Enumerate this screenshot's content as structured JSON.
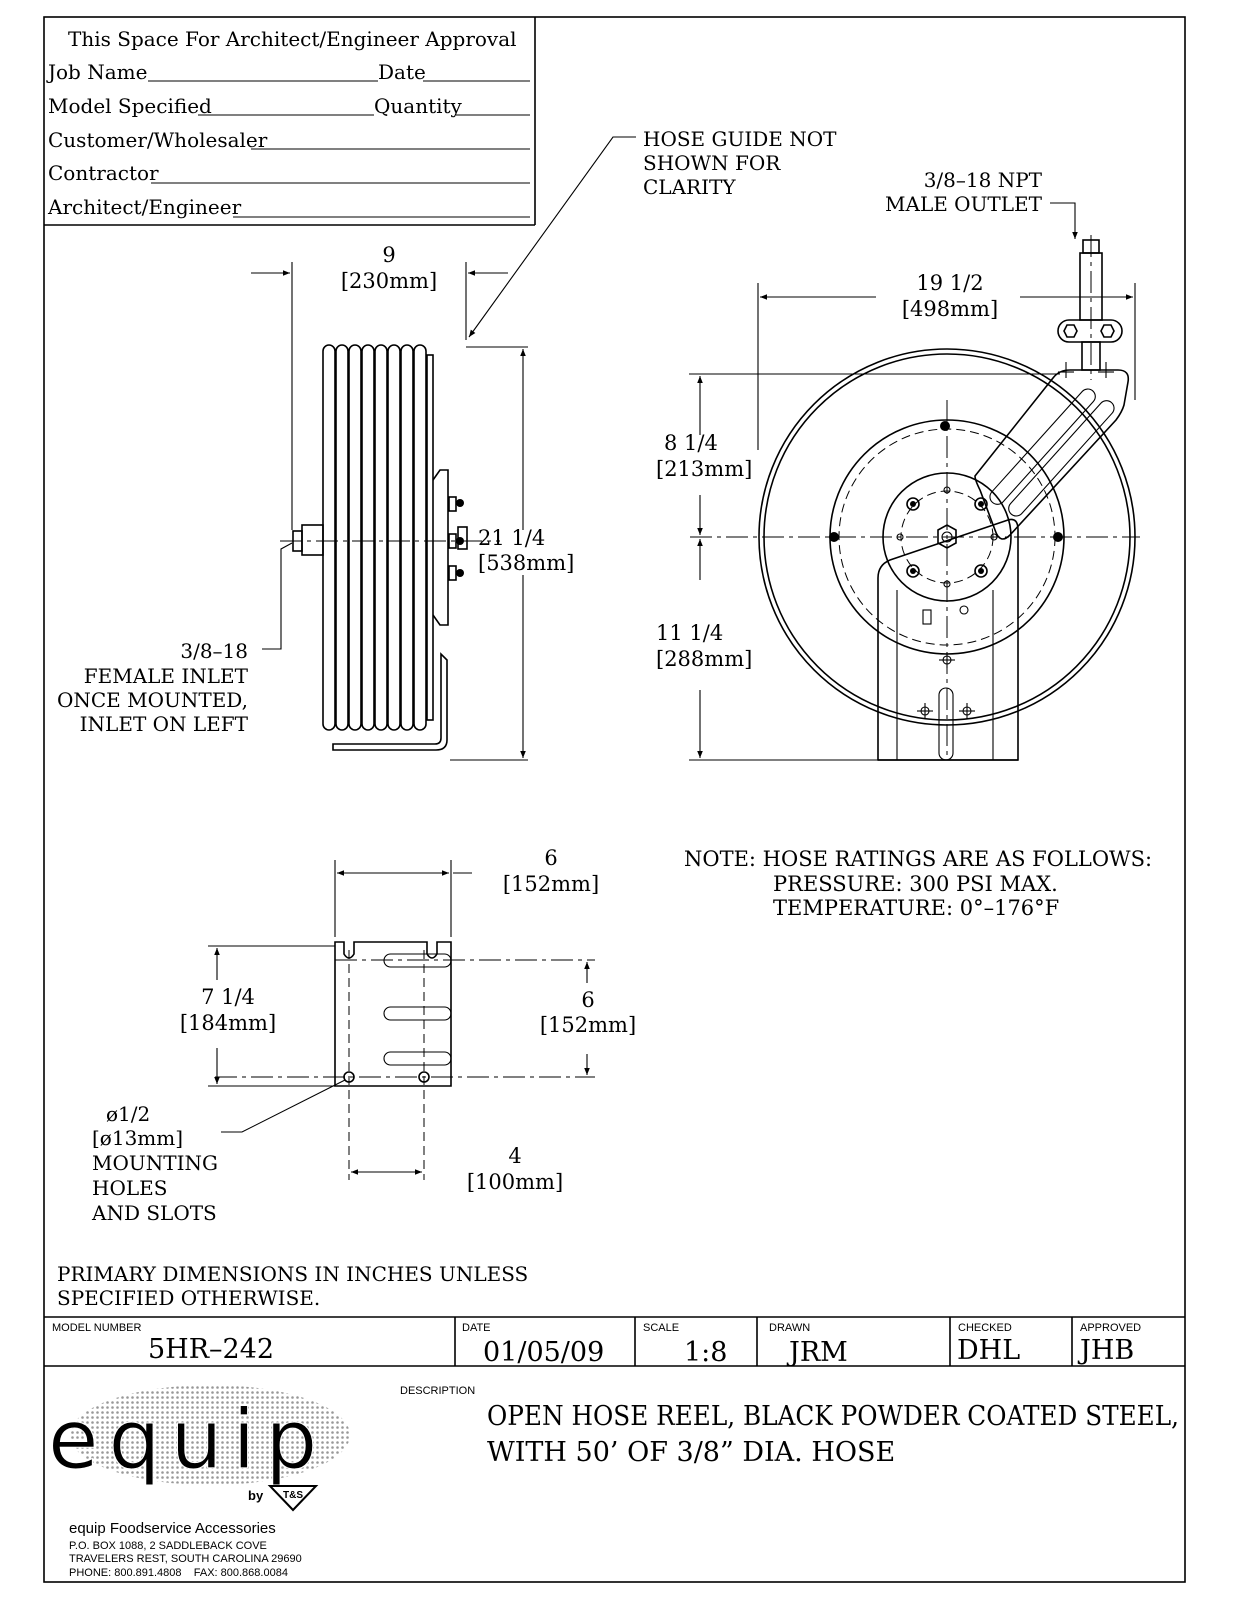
{
  "approval": {
    "heading": "This Space For Architect/Engineer Approval",
    "job_name": "Job Name",
    "date": "Date",
    "model_specified": "Model Specified",
    "quantity": "Quantity",
    "customer": "Customer/Wholesaler",
    "contractor": "Contractor",
    "architect": "Architect/Engineer"
  },
  "side_view": {
    "hose_guide_note": [
      "HOSE GUIDE NOT",
      "SHOWN FOR",
      "CLARITY"
    ],
    "width_dim": "9",
    "width_dim_mm": "[230mm]",
    "height_dim": "21 1/4",
    "height_dim_mm": "[538mm]",
    "inlet_note": [
      "3/8–18",
      "FEMALE INLET",
      "ONCE MOUNTED,",
      "INLET ON LEFT"
    ]
  },
  "front_view": {
    "outlet_note": [
      "3/8–18 NPT",
      "MALE OUTLET"
    ],
    "width_dim": "19 1/2",
    "width_dim_mm": "[498mm]",
    "upper_dim": "8 1/4",
    "upper_dim_mm": "[213mm]",
    "lower_dim": "11 1/4",
    "lower_dim_mm": "[288mm]"
  },
  "bracket_view": {
    "width_dim": "6",
    "width_dim_mm": "[152mm]",
    "height_dim": "7 1/4",
    "height_dim_mm": "[184mm]",
    "slot_dim": "6",
    "slot_dim_mm": "[152mm]",
    "hole_spacing": "4",
    "hole_spacing_mm": "[100mm]",
    "holes_note": [
      "ø1/2",
      "[ø13mm]",
      "MOUNTING",
      "HOLES",
      "AND SLOTS"
    ]
  },
  "ratings_note": [
    "NOTE: HOSE RATINGS ARE AS FOLLOWS:",
    "PRESSURE: 300 PSI MAX.",
    "TEMPERATURE: 0°–176°F"
  ],
  "units_note": [
    "PRIMARY DIMENSIONS IN INCHES UNLESS",
    "SPECIFIED OTHERWISE."
  ],
  "title_block": {
    "model_number_label": "MODEL NUMBER",
    "model_number": "5HR–242",
    "date_label": "DATE",
    "date": "01/05/09",
    "scale_label": "SCALE",
    "scale": "1:8",
    "drawn_label": "DRAWN",
    "drawn": "JRM",
    "checked_label": "CHECKED",
    "checked": "DHL",
    "approved_label": "APPROVED",
    "approved": "JHB",
    "description_label": "DESCRIPTION",
    "description": [
      "OPEN HOSE REEL, BLACK POWDER COATED STEEL,",
      "WITH 50’ OF 3/8” DIA. HOSE"
    ]
  },
  "company": {
    "logo": "equip",
    "logo_by": "by",
    "logo_mark": "T&S",
    "name": "equip Foodservice Accessories",
    "address1": "P.O. BOX 1088, 2 SADDLEBACK COVE",
    "address2": "TRAVELERS REST, SOUTH CAROLINA 29690",
    "phone": "PHONE: 800.891.4808    FAX: 800.868.0084"
  }
}
